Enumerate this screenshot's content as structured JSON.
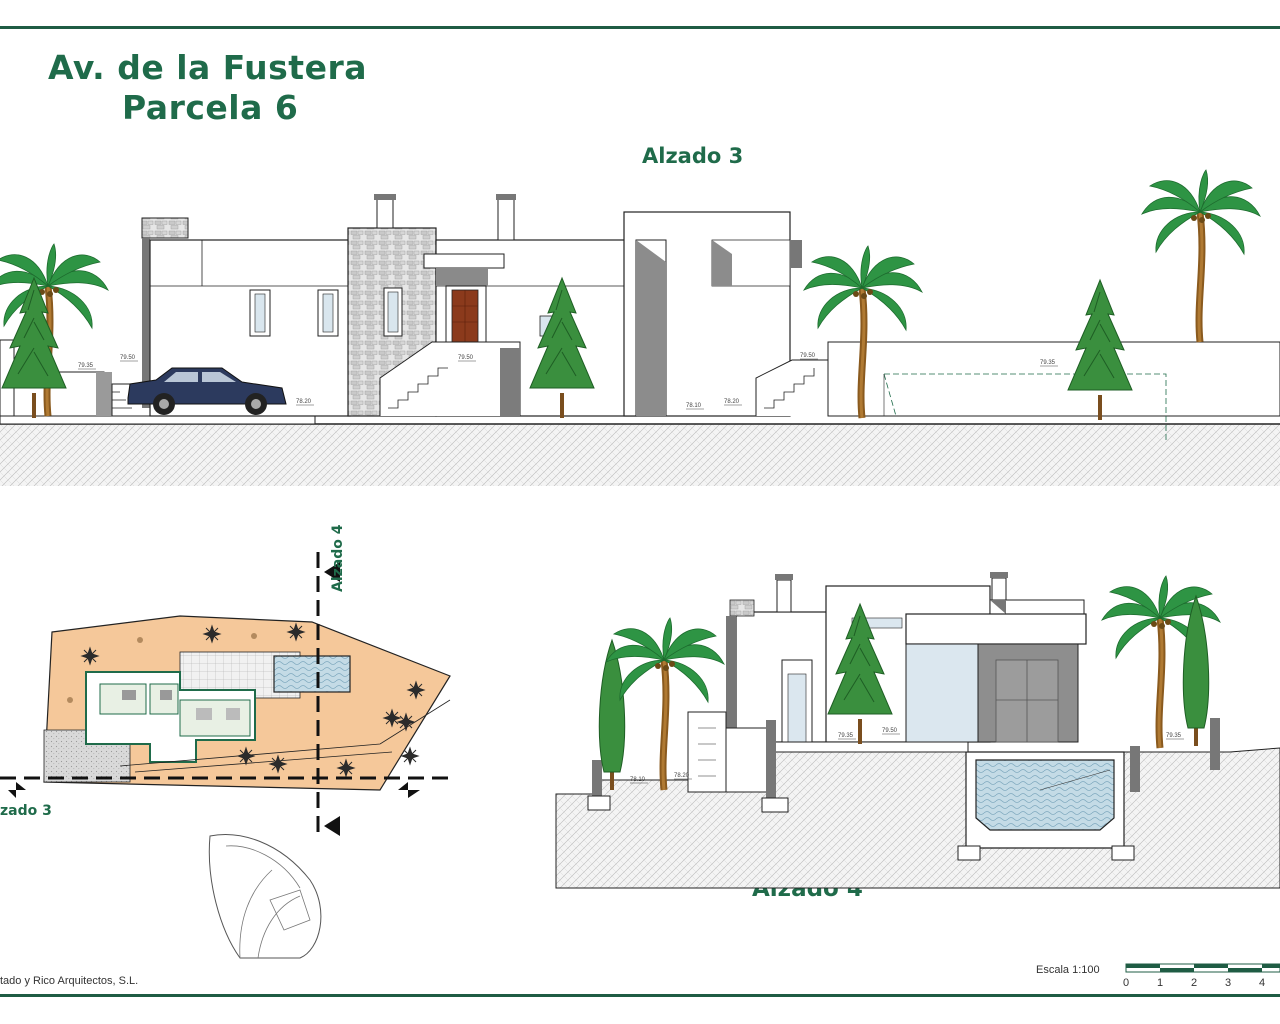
{
  "title": {
    "line1": "Av. de la Fustera",
    "line2": "Parcela 6"
  },
  "views": {
    "alzado3_title": "Alzado 3",
    "alzado4_title": "Alzado 4",
    "plan_label_alzado4": "Alzado 4",
    "plan_label_alzado3": "zado 3"
  },
  "levels_alzado3": [
    "79.35",
    "79.50",
    "78.20",
    "79.50",
    "78.10",
    "78.20",
    "79.50",
    "79.35"
  ],
  "levels_alzado4": [
    "78.10",
    "78.20",
    "79.35",
    "79.50",
    "79.35"
  ],
  "footer": {
    "firm": "tado y Rico Arquitectos, S.L.",
    "scale_label": "Escala 1:100",
    "scale_ticks": [
      "0",
      "1",
      "2",
      "3",
      "4"
    ]
  },
  "colors": {
    "brand_green": "#1f6b4a",
    "rule_green": "#1f5c44",
    "plan_orange": "#f5c89a"
  }
}
